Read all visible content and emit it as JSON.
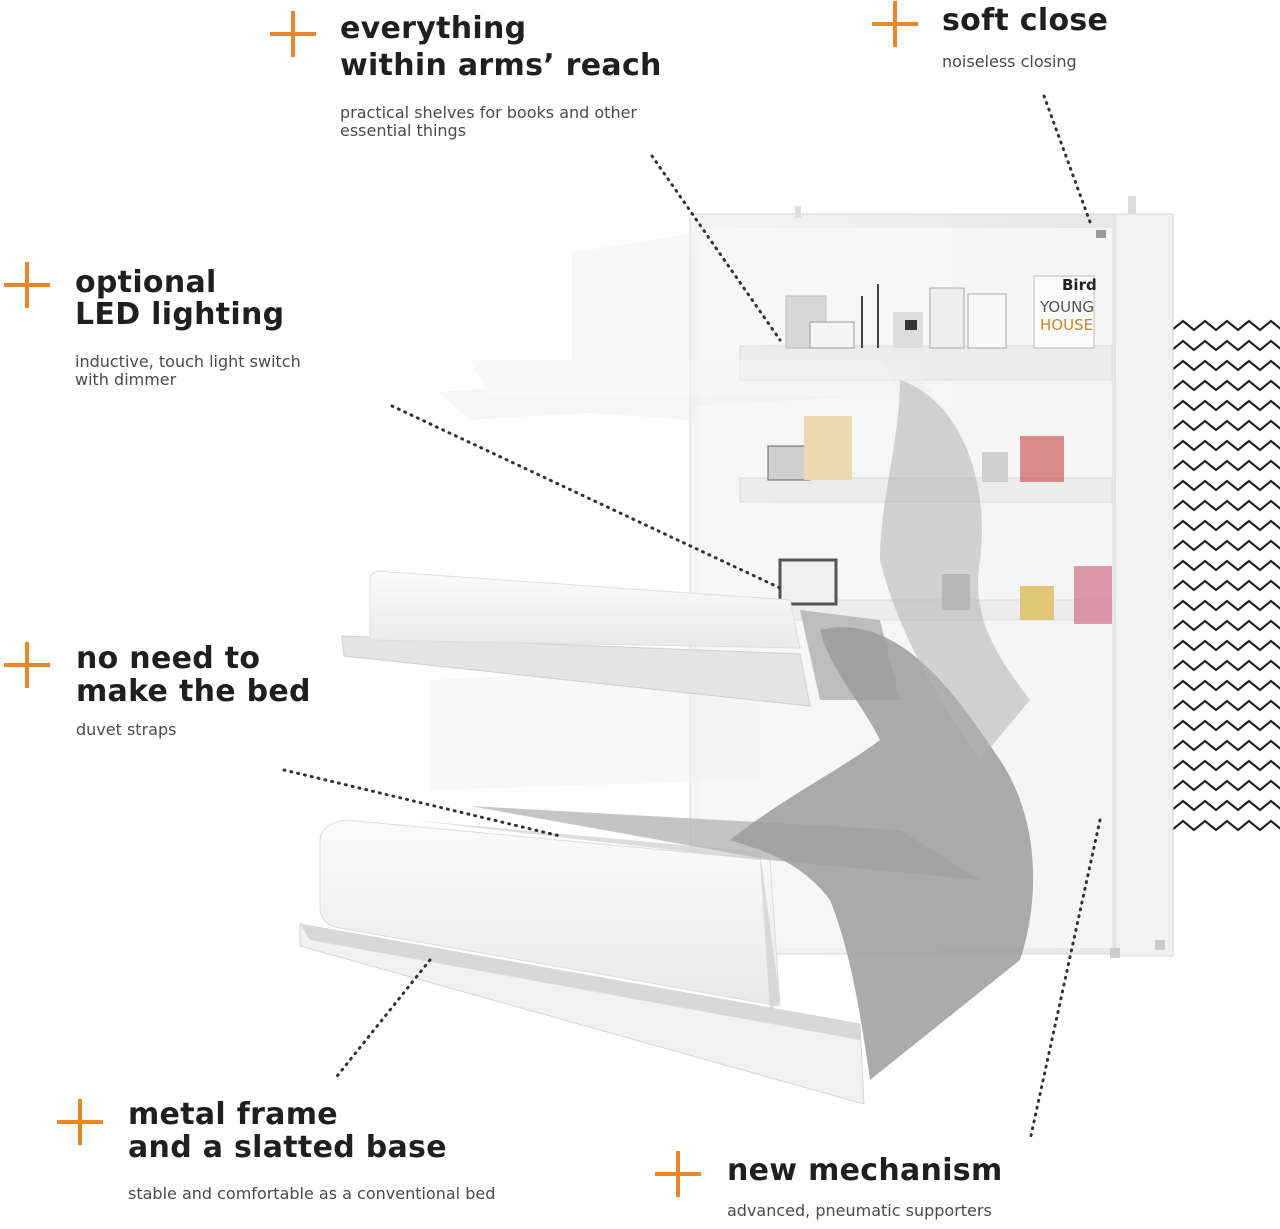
{
  "accent_color": "#e8862a",
  "features": {
    "reach": {
      "icon": "plus-icon",
      "title_line1": "everything",
      "title_line2": "within arms’ reach",
      "desc_line1": "practical shelves for books and other",
      "desc_line2": "essential things"
    },
    "soft_close": {
      "icon": "plus-icon",
      "title_line1": "soft close",
      "desc_line1": "noiseless closing"
    },
    "led": {
      "icon": "plus-icon",
      "title_line1": "optional",
      "title_line2": "LED lighting",
      "desc_line1": "inductive, touch light switch",
      "desc_line2": "with dimmer"
    },
    "no_need": {
      "icon": "plus-icon",
      "title_line1": "no need to",
      "title_line2": "make the bed",
      "desc_line1": "duvet straps"
    },
    "metal_frame": {
      "icon": "plus-icon",
      "title_line1": "metal frame",
      "title_line2": "and a slatted base",
      "desc_line1": "stable and comfortable as a conventional bed"
    },
    "mechanism": {
      "icon": "plus-icon",
      "title_line1": "new mechanism",
      "desc_line1": "advanced, pneumatic supporters"
    }
  },
  "illustration": {
    "book_title": "Bird",
    "book_title2": "YOUNG",
    "book_title3": "HOUSE"
  }
}
